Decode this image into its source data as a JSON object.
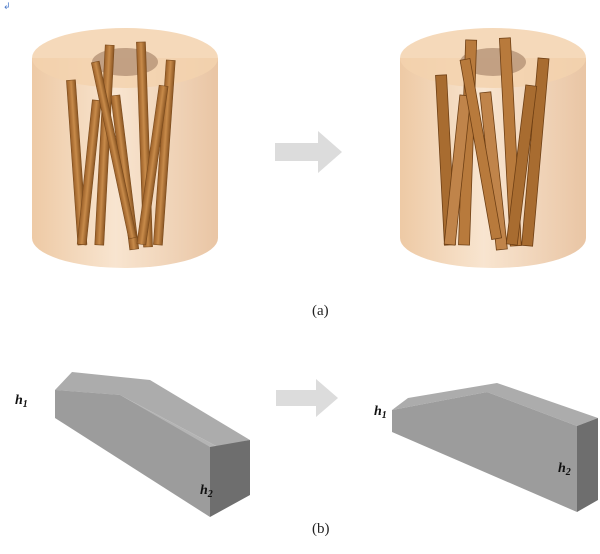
{
  "captions": {
    "a": "(a)",
    "b": "(b)"
  },
  "labels": {
    "left_h1": "h",
    "left_h1_sub": "1",
    "left_h2": "h",
    "left_h2_sub": "2",
    "right_h1": "h",
    "right_h1_sub": "1",
    "right_h2": "h",
    "right_h2_sub": "2"
  },
  "colors": {
    "cylinder": "#f0c69a",
    "cylinder_edge": "#d9a575",
    "rod": "#b87a3c",
    "rod_dark": "#8a5522",
    "block_top": "#a8a8a8",
    "block_front": "#9a9a9a",
    "block_side": "#6e6e6e",
    "arrow": "#dcdcdc"
  },
  "icons": {
    "corner_mark": "return-glyph"
  }
}
